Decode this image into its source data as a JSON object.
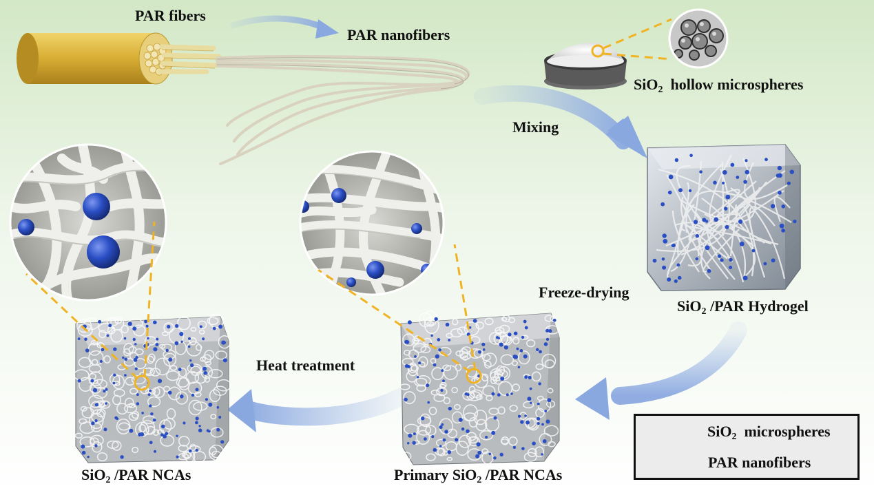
{
  "labels": {
    "par_fibers": "PAR fibers",
    "par_nanofibers": "PAR nanofibers",
    "sio2_hollow_prefix": "SiO",
    "sio2_hollow_sub": "2",
    "sio2_hollow_suffix": "hollow microspheres",
    "mixing": "Mixing",
    "freeze_drying": "Freeze-drying",
    "hydrogel_prefix": "SiO",
    "hydrogel_sub": "2",
    "hydrogel_suffix": "/PAR Hydrogel",
    "heat_treatment": "Heat treatment",
    "ncas_prefix": "SiO",
    "ncas_sub": "2",
    "ncas_suffix": "/PAR NCAs",
    "primary_prefix": "Primary SiO",
    "primary_sub": "2",
    "primary_suffix": "/PAR NCAs"
  },
  "legend": {
    "microspheres_prefix": "SiO",
    "microspheres_sub": "2",
    "microspheres_suffix": "microspheres",
    "nanofibers": "PAR nanofibers"
  },
  "colors": {
    "background_top": "#dcebd2",
    "background_bottom": "#ffffff",
    "arrow": "#9db7e6",
    "highlight": "#f0b323",
    "sphere": "#2a4ec4",
    "fiber": "#e6e3d9",
    "cable": "#d9b43f"
  }
}
